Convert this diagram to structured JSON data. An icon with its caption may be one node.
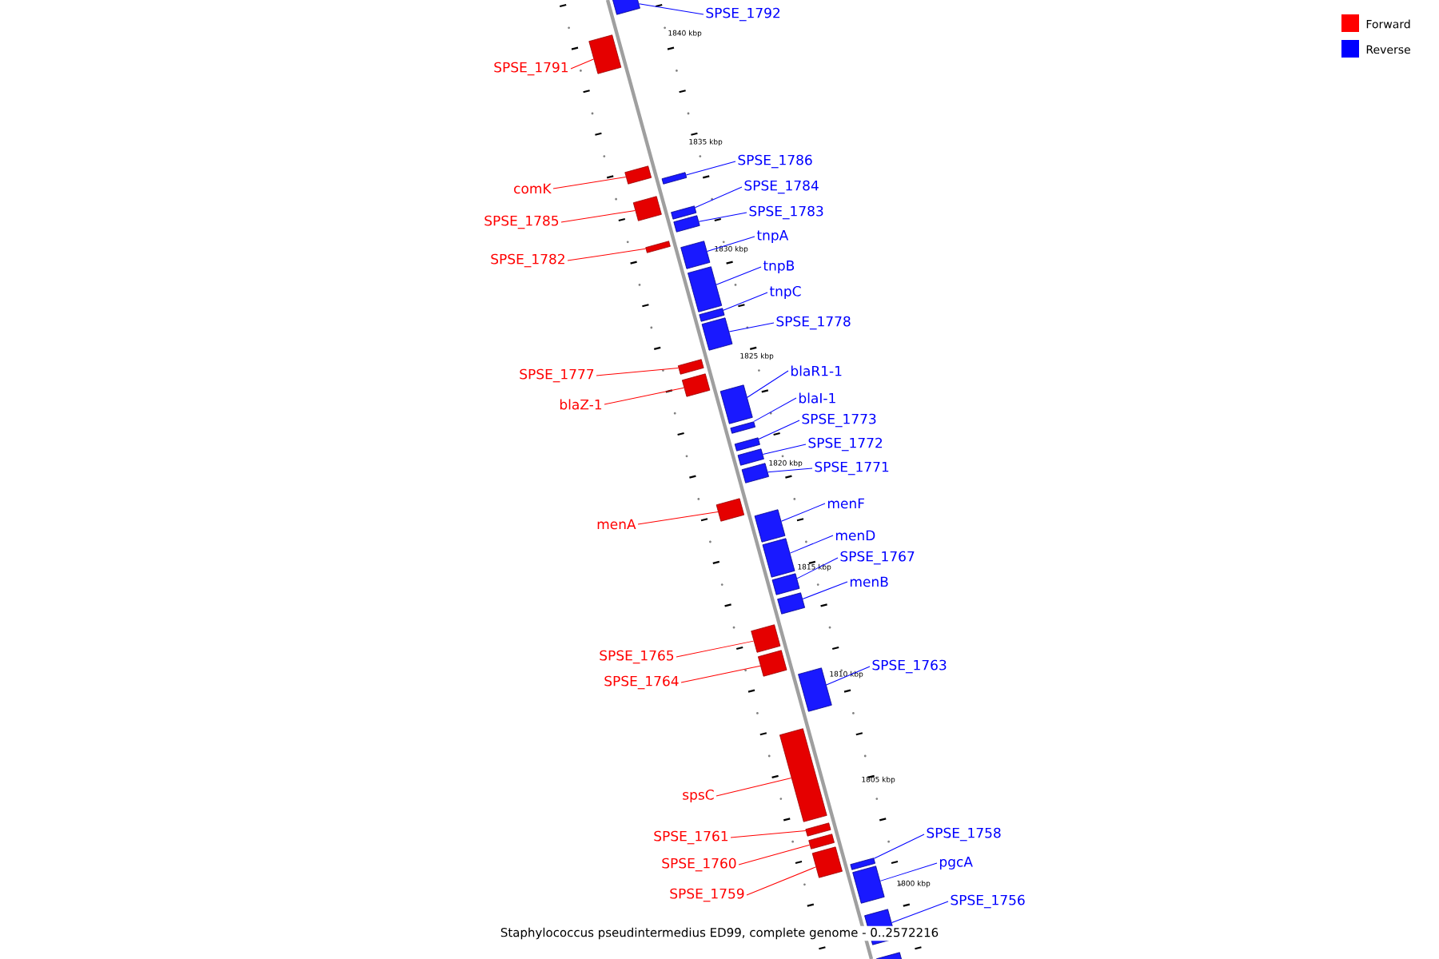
{
  "diagram": {
    "caption": "Staphylococcus pseudintermedius ED99, complete genome - 0..2572216",
    "nodes": [
      {
        "text": [
          "SPSE_1792"
        ]
      },
      {
        "text": [],
        "shape": "bar"
      },
      {
        "text": [
          "SPSE_1791"
        ]
      },
      {
        "text": [],
        "shape": "bar"
      },
      {
        "text": [
          "comK"
        ]
      },
      {
        "text": [],
        "shape": "bar"
      },
      {
        "text": [
          "SPSE_1786"
        ]
      },
      {
        "text": [],
        "shape": "bar"
      },
      {
        "text": [
          "SPSE_1785"
        ]
      },
      {
        "text": [],
        "shape": "bar"
      },
      {
        "text": [
          "SPSE_1784"
        ]
      },
      {
        "text": [],
        "shape": "bar"
      },
      {
        "text": [
          "SPSE_1783"
        ]
      },
      {
        "text": [],
        "shape": "bar"
      },
      {
        "text": [
          "SPSE_1782"
        ]
      },
      {
        "text": [],
        "shape": "bar"
      },
      {
        "text": [
          "tnpA"
        ]
      },
      {
        "text": [],
        "shape": "bar"
      },
      {
        "text": [
          "tnpB"
        ]
      },
      {
        "text": [],
        "shape": "bar"
      },
      {
        "text": [
          "tnpC"
        ]
      },
      {
        "text": [],
        "shape": "bar"
      },
      {
        "text": [
          "SPSE_1778"
        ]
      },
      {
        "text": [],
        "shape": "bar"
      },
      {
        "text": [
          "SPSE_1777"
        ]
      },
      {
        "text": [],
        "shape": "bar"
      },
      {
        "text": [
          "blaZ-1"
        ]
      },
      {
        "text": [],
        "shape": "bar"
      },
      {
        "text": [
          "blaR1-1"
        ]
      },
      {
        "text": [],
        "shape": "bar"
      },
      {
        "text": [
          "blaI-1"
        ]
      },
      {
        "text": [],
        "shape": "bar"
      },
      {
        "text": [
          "SPSE_1773"
        ]
      },
      {
        "text": [],
        "shape": "bar"
      },
      {
        "text": [
          "SPSE_1772"
        ]
      },
      {
        "text": [],
        "shape": "bar"
      },
      {
        "text": [
          "SPSE_1771"
        ]
      },
      {
        "text": [],
        "shape": "bar"
      },
      {
        "text": [
          "menA"
        ]
      },
      {
        "text": [],
        "shape": "bar"
      },
      {
        "text": [
          "menF"
        ]
      },
      {
        "text": [],
        "shape": "bar"
      },
      {
        "text": [
          "menD"
        ]
      },
      {
        "text": [],
        "shape": "bar"
      },
      {
        "text": [
          "SPSE_1767"
        ]
      },
      {
        "text": [],
        "shape": "bar"
      },
      {
        "text": [
          "menB"
        ]
      },
      {
        "text": [],
        "shape": "bar"
      },
      {
        "text": [
          "SPSE_1765"
        ]
      },
      {
        "text": [],
        "shape": "bar"
      },
      {
        "text": [
          "SPSE_1764"
        ]
      },
      {
        "text": [],
        "shape": "bar"
      },
      {
        "text": [
          "SPSE_1763"
        ]
      },
      {
        "text": [],
        "shape": "bar"
      },
      {
        "text": [
          "spsC"
        ]
      },
      {
        "text": [],
        "shape": "bar"
      },
      {
        "text": [
          "SPSE_1761"
        ]
      },
      {
        "text": [],
        "shape": "bar"
      },
      {
        "text": [
          "SPSE_1760"
        ]
      },
      {
        "text": [],
        "shape": "bar"
      },
      {
        "text": [
          "SPSE_1759"
        ]
      },
      {
        "text": [],
        "shape": "bar"
      },
      {
        "text": [
          "SPSE_1758"
        ]
      },
      {
        "text": [],
        "shape": "bar"
      },
      {
        "text": [
          "pgcA"
        ]
      },
      {
        "text": [],
        "shape": "bar"
      },
      {
        "text": [
          "SPSE_1756"
        ]
      },
      {
        "text": [],
        "shape": "bar"
      },
      {
        "text": [],
        "shape": "bar"
      }
    ],
    "edges": [
      {
        "from": 0,
        "to": 1,
        "arrow": "none"
      },
      {
        "from": 2,
        "to": 3,
        "arrow": "none",
        "color": "#ff0000"
      },
      {
        "from": 4,
        "to": 5,
        "arrow": "none",
        "color": "#ff0000"
      },
      {
        "from": 6,
        "to": 7,
        "arrow": "none"
      },
      {
        "from": 8,
        "to": 9,
        "arrow": "none",
        "color": "#ff0000"
      },
      {
        "from": 10,
        "to": 11,
        "arrow": "none"
      },
      {
        "from": 12,
        "to": 13,
        "arrow": "none"
      },
      {
        "from": 14,
        "to": 15,
        "arrow": "none",
        "color": "#ff0000"
      },
      {
        "from": 16,
        "to": 17,
        "arrow": "none"
      },
      {
        "from": 18,
        "to": 19,
        "arrow": "none"
      },
      {
        "from": 20,
        "to": 21,
        "arrow": "none"
      },
      {
        "from": 22,
        "to": 23,
        "arrow": "none"
      },
      {
        "from": 24,
        "to": 25,
        "arrow": "none",
        "color": "#ff0000"
      },
      {
        "from": 26,
        "to": 27,
        "arrow": "none",
        "color": "#ff0000"
      },
      {
        "from": 28,
        "to": 29,
        "arrow": "none"
      },
      {
        "from": 30,
        "to": 31,
        "arrow": "none"
      },
      {
        "from": 32,
        "to": 33,
        "arrow": "none"
      },
      {
        "from": 34,
        "to": 35,
        "arrow": "none"
      },
      {
        "from": 36,
        "to": 37,
        "arrow": "none"
      },
      {
        "from": 38,
        "to": 39,
        "arrow": "none",
        "color": "#ff0000"
      },
      {
        "from": 40,
        "to": 41,
        "arrow": "none"
      },
      {
        "from": 42,
        "to": 43,
        "arrow": "none"
      },
      {
        "from": 44,
        "to": 45,
        "arrow": "none"
      },
      {
        "from": 46,
        "to": 47,
        "arrow": "none"
      },
      {
        "from": 48,
        "to": 49,
        "arrow": "none",
        "color": "#ff0000"
      },
      {
        "from": 50,
        "to": 51,
        "arrow": "none",
        "color": "#ff0000"
      },
      {
        "from": 52,
        "to": 53,
        "arrow": "none"
      },
      {
        "from": 54,
        "to": 55,
        "arrow": "none",
        "color": "#ff0000"
      },
      {
        "from": 56,
        "to": 57,
        "arrow": "none",
        "color": "#ff0000"
      },
      {
        "from": 58,
        "to": 59,
        "arrow": "none",
        "color": "#ff0000"
      },
      {
        "from": 60,
        "to": 61,
        "arrow": "none",
        "color": "#ff0000"
      },
      {
        "from": 62,
        "to": 63,
        "arrow": "none"
      },
      {
        "from": 64,
        "to": 65,
        "arrow": "none"
      },
      {
        "from": 66,
        "to": 67,
        "arrow": "none"
      }
    ],
    "labels": [
      "1840 kbp",
      "1835 kbp",
      "1830 kbp",
      "1825 kbp",
      "1820 kbp",
      "1815 kbp",
      "1810 kbp",
      "1805 kbp",
      "1800 kbp"
    ],
    "legend": [
      {
        "text": "Forward",
        "color": "#ff0000"
      },
      {
        "text": "Reverse",
        "color": "#0000ff"
      }
    ]
  }
}
